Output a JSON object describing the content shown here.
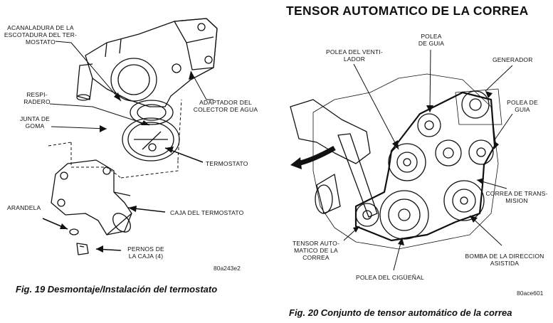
{
  "fig19": {
    "labels": {
      "acanaladura": "ACANALADURA DE LA\nESCOTADURA DEL TER-\nMOSTATO",
      "respiradero": "RESPI-\nRADERO",
      "junta": "JUNTA DE\nGOMA",
      "adaptador": "ADAPTADOR DEL\nCOLECTOR DE AGUA",
      "termostato": "TERMOSTATO",
      "arandela": "ARANDELA",
      "caja": "CAJA DEL TERMOSTATO",
      "pernos": "PERNOS DE\nLA CAJA (4)"
    },
    "code": "80a243e2",
    "caption": "Fig. 19 Desmontaje/Instalación del termostato"
  },
  "fig20": {
    "title": "TENSOR AUTOMATICO DE LA CORREA",
    "labels": {
      "polea_guia_top": "POLEA\nDE GUIA",
      "polea_ventilador": "POLEA DEL VENTI-\nLADOR",
      "generador": "GENERADOR",
      "polea_guia_right": "POLEA DE\nGUIA",
      "correa": "CORREA DE TRANS-\nMISION",
      "tensor": "TENSOR AUTO-\nMATICO DE LA\nCORREA",
      "bomba": "BOMBA DE LA DIRECCION\nASISTIDA",
      "ciguenal": "POLEA DEL CIGÜEÑAL"
    },
    "code": "80ace601",
    "caption": "Fig. 20 Conjunto de tensor automático de la correa"
  }
}
